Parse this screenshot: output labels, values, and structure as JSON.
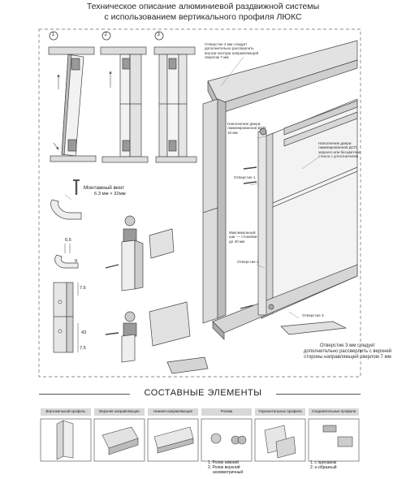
{
  "title": {
    "line1": "Техническое описание алюминиевой раздвижной системы",
    "line2": "с использованием вертикального профиля ЛЮКС"
  },
  "steps": [
    "1",
    "2",
    "3"
  ],
  "callouts": {
    "hole2_top": "Отверстие 2 мм следует дополнительно рассверлить внутри контура направляющей сверлом 7 мм",
    "panel_dsp": "Наполнение двери: ламинированная ДСП 10 мм",
    "panel_mirror": "Наполнение двери: ламинированная ДСП, зеркало или бесцветное стекло с уплотнителем",
    "hole1": "Отверстие 1",
    "max_height": "Максимальный шаг — стыковки до 40 мм",
    "hole2": "Отверстие 2",
    "hole3": "Отверстие 3"
  },
  "screw": {
    "label": "Монтажный винт",
    "size": "6.3 мм × 32мм"
  },
  "dimensions": {
    "d1": "6.5",
    "d2": "9",
    "d3": "7.5",
    "d4": "43",
    "d5": "7.5"
  },
  "hole3_note": "Отверстие 3 мм следует дополнительно рассверлить с верхней стороны направляющей сверлом 7 мм",
  "components": {
    "title": "СОСТАВНЫЕ ЭЛЕМЕНТЫ",
    "items": [
      {
        "name": "Вертикальный профиль"
      },
      {
        "name": "Верхняя направляющая"
      },
      {
        "name": "Нижняя направляющая"
      },
      {
        "name": "Ролики"
      },
      {
        "name": "Горизонтальные профили"
      },
      {
        "name": "Соединительные профили"
      }
    ],
    "rollers_notes": [
      "1. Ролик нижний",
      "2. Ролик верхний",
      "асимметричный"
    ],
    "connector_notes": [
      "1. с прилавом",
      "2. н-образный"
    ]
  },
  "colors": {
    "line": "#444444",
    "fill_light": "#eeeeee",
    "fill_mid": "#cfcfcf",
    "fill_dark": "#9a9a9a",
    "bar": "#d8d8d8"
  }
}
